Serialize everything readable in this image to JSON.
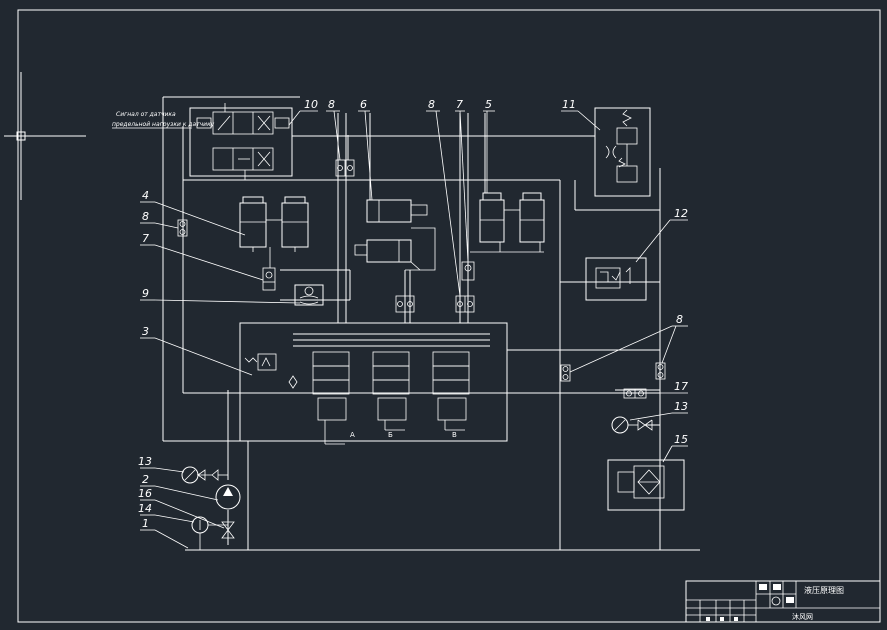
{
  "drawing": {
    "note_line1": "Сигнал от датчика",
    "note_line2": "предельной нагрузки к датчику",
    "port_labels": [
      "А",
      "Б",
      "В"
    ]
  },
  "callouts": [
    {
      "id": "c10",
      "text": "10"
    },
    {
      "id": "c8a",
      "text": "8"
    },
    {
      "id": "c6",
      "text": "6"
    },
    {
      "id": "c8b",
      "text": "8"
    },
    {
      "id": "c7a",
      "text": "7"
    },
    {
      "id": "c5",
      "text": "5"
    },
    {
      "id": "c11",
      "text": "11"
    },
    {
      "id": "c4",
      "text": "4"
    },
    {
      "id": "c8c",
      "text": "8"
    },
    {
      "id": "c7b",
      "text": "7"
    },
    {
      "id": "c9",
      "text": "9"
    },
    {
      "id": "c3",
      "text": "3"
    },
    {
      "id": "c12",
      "text": "12"
    },
    {
      "id": "c8d",
      "text": "8"
    },
    {
      "id": "c17",
      "text": "17"
    },
    {
      "id": "c13a",
      "text": "13"
    },
    {
      "id": "c15",
      "text": "15"
    },
    {
      "id": "c13b",
      "text": "13"
    },
    {
      "id": "c2",
      "text": "2"
    },
    {
      "id": "c16",
      "text": "16"
    },
    {
      "id": "c14",
      "text": "14"
    },
    {
      "id": "c1",
      "text": "1"
    }
  ],
  "title_block": {
    "title": "液压原理图",
    "footer": "沐风网"
  },
  "colors": {
    "background": "#212830",
    "lines": "#ffffff"
  }
}
